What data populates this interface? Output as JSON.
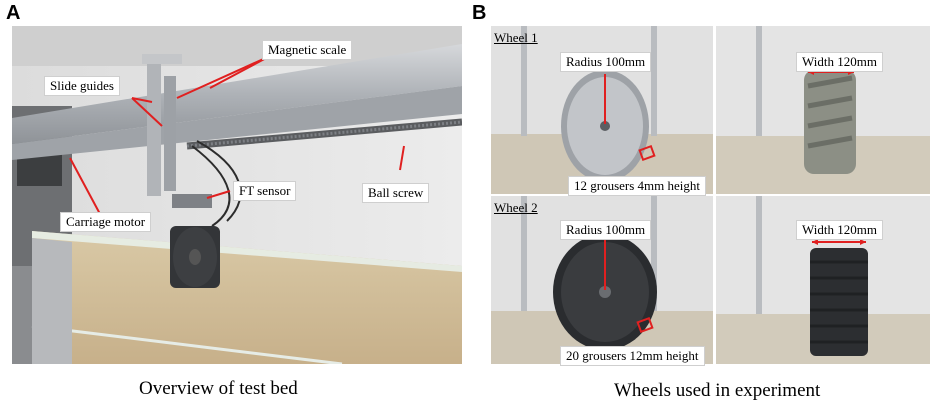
{
  "panels": {
    "a": {
      "letter": "A",
      "caption": "Overview of test bed"
    },
    "b": {
      "letter": "B",
      "caption": "Wheels used in experiment"
    }
  },
  "labels_a": {
    "magnetic_scale": "Magnetic scale",
    "slide_guides": "Slide guides",
    "ft_sensor": "FT sensor",
    "ball_screw": "Ball screw",
    "carriage_motor": "Carriage motor"
  },
  "wheel1": {
    "title": "Wheel 1",
    "radius": "Radius 100mm",
    "width": "Width 120mm",
    "grousers": "12 grousers 4mm height"
  },
  "wheel2": {
    "title": "Wheel 2",
    "radius": "Radius 100mm",
    "width": "Width 120mm",
    "grousers": "20 grousers 12mm height"
  },
  "colors": {
    "annotation_red": "#e02020",
    "sand": "#cdbd9f",
    "aluminum": "#b9bcc0"
  }
}
